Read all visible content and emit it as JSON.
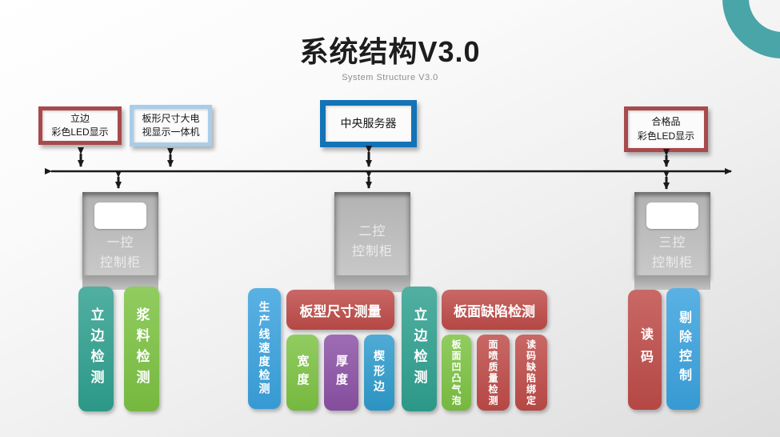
{
  "title": "系统结构V3.0",
  "subtitle": "System Structure V3.0",
  "top_nodes": {
    "edge_led": {
      "line1": "立边",
      "line2": "彩色LED显示"
    },
    "tv_display": {
      "line1": "板形尺寸大电",
      "line2": "视显示一体机"
    },
    "server": {
      "line1": "中央服务器"
    },
    "qualified_led": {
      "line1": "合格品",
      "line2": "彩色LED显示"
    }
  },
  "cabinets": {
    "one": {
      "line1": "一控",
      "line2": "控制柜"
    },
    "two": {
      "line1": "二控",
      "line2": "控制柜"
    },
    "three": {
      "line1": "三控",
      "line2": "控制柜"
    }
  },
  "modules": {
    "edge_detect_1": "立边检测",
    "slurry_detect": "浆料检测",
    "line_speed": "生产线速度检测",
    "size_header": "板型尺寸测量",
    "width": "宽度",
    "thickness": "厚度",
    "wedge_edge": "楔形边",
    "edge_detect_2": "立边检测",
    "defect_header": "板面缺陷检测",
    "surface_bubble": "板面凹凸气泡",
    "spray_quality": "面喷质量检测",
    "code_defect_bind": "读码缺陷绑定",
    "read_code": "读码",
    "reject_control": "剔除控制"
  },
  "colors": {
    "accent_red": "#BE4B48",
    "teal": "#2FA08F",
    "green": "#7CC242",
    "blue": "#3AA2DE",
    "purple": "#8B51A5",
    "steel_blue": "#2E9BCC",
    "frame_red": "#A84A4C",
    "frame_light_blue": "#A9CDE9",
    "frame_blue": "#1273B7",
    "cabinet_gray": "#C0C0C0",
    "corner_ring_teal": "#4AA5A8",
    "wire_black": "#1A1A1A"
  }
}
